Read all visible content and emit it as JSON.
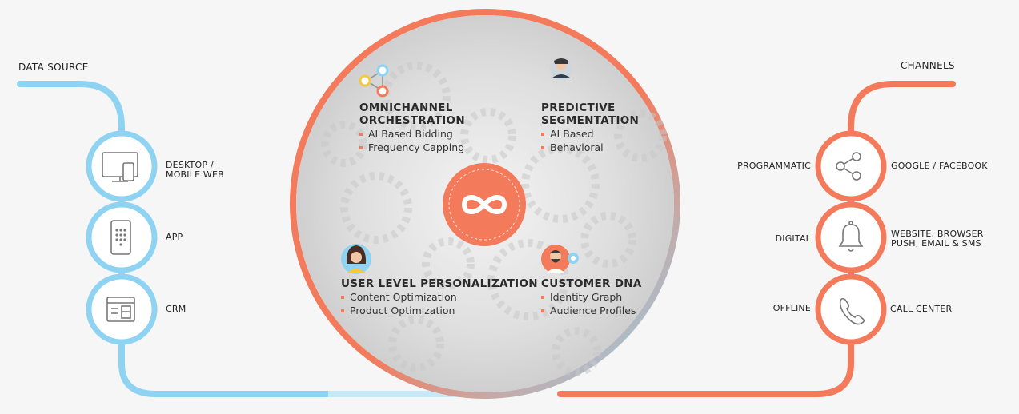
{
  "headers": {
    "left": "DATA SOURCE",
    "right": "CHANNELS"
  },
  "data_sources": [
    {
      "label": "DESKTOP / MOBILE WEB",
      "icon": "desktop-mobile-icon"
    },
    {
      "label": "APP",
      "icon": "app-keypad-icon"
    },
    {
      "label": "CRM",
      "icon": "crm-icon"
    }
  ],
  "channels": [
    {
      "left_label": "PROGRAMMATIC",
      "right_label": "GOOGLE / FACEBOOK",
      "icon": "share-icon"
    },
    {
      "left_label": "DIGITAL",
      "right_label": "WEBSITE, BROWSER PUSH, EMAIL & SMS",
      "icon": "bell-icon"
    },
    {
      "left_label": "OFFLINE",
      "right_label": "CALL CENTER",
      "icon": "phone-icon"
    }
  ],
  "center": {
    "icon": "infinity-icon",
    "blocks": [
      {
        "title": "OMNICHANNEL\nORCHESTRATION",
        "bullets": [
          "AI Based Bidding",
          "Frequency Capping"
        ],
        "icon": "network-nodes-icon"
      },
      {
        "title": "PREDICTIVE\nSEGMENTATION",
        "bullets": [
          "AI Based",
          "Behavioral"
        ],
        "icon": "businessman-icon"
      },
      {
        "title": "USER LEVEL PERSONALIZATION",
        "bullets": [
          "Content Optimization",
          "Product Optimization"
        ],
        "icon": "woman-avatar-icon"
      },
      {
        "title": "CUSTOMER DNA",
        "bullets": [
          "Identity Graph",
          "Audience Profiles"
        ],
        "icon": "bearded-man-icon"
      }
    ]
  },
  "colors": {
    "blue": "#8fd3f2",
    "orange": "#f37a5a",
    "grey_circle": "#d9d9d9"
  }
}
